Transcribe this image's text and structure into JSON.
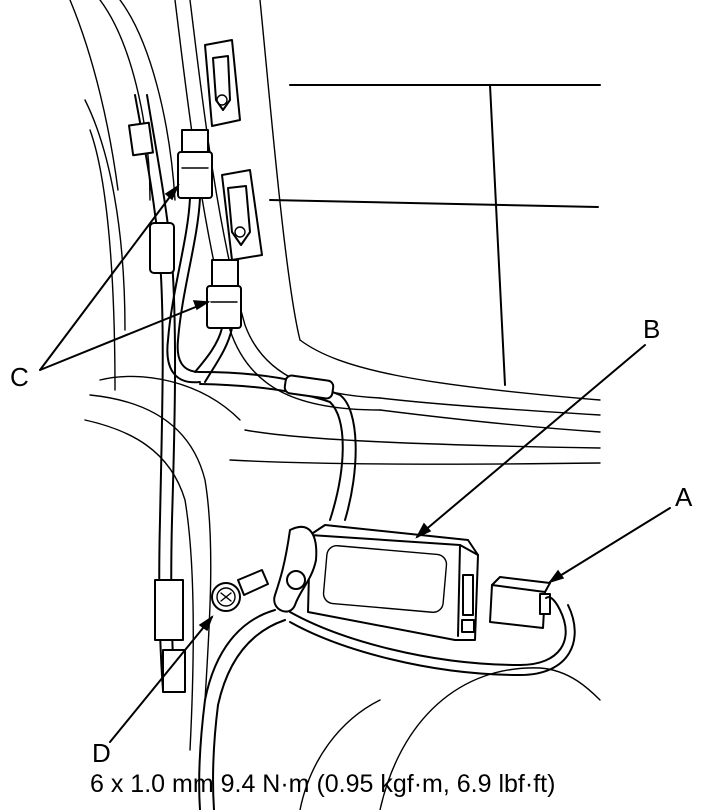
{
  "labels": {
    "a": "A",
    "b": "B",
    "c": "C",
    "d": "D"
  },
  "spec": "6 x 1.0 mm 9.4 N·m (0.95 kgf·m, 6.9 lbf·ft)"
}
